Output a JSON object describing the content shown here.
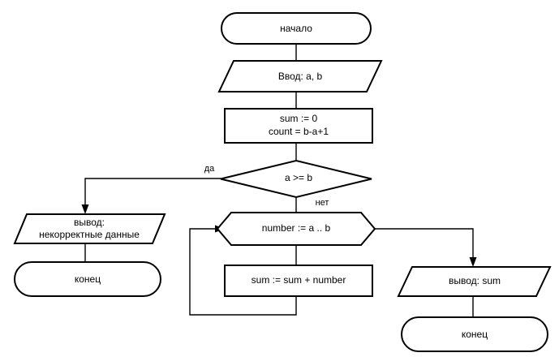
{
  "diagram": {
    "title": "flowchart-sum-range",
    "language": "ru",
    "colors": {
      "background": "#ffffff",
      "stroke": "#000000",
      "fill": "#ffffff",
      "text": "#000000"
    },
    "nodes": {
      "start": {
        "label": "начало",
        "shape": "terminator"
      },
      "input": {
        "label": "Ввод: a, b",
        "shape": "parallelogram-input"
      },
      "init": {
        "line1": "sum := 0",
        "line2": "count = b-a+1",
        "shape": "process"
      },
      "decision": {
        "label": "a >= b",
        "shape": "diamond"
      },
      "error_output": {
        "line1": "вывод:",
        "line2": "некорректные данные",
        "shape": "parallelogram-output"
      },
      "end_left": {
        "label": "конец",
        "shape": "terminator"
      },
      "loop": {
        "label": "number := a .. b",
        "shape": "hexagon-loop"
      },
      "accumulate": {
        "label": "sum := sum + number",
        "shape": "process"
      },
      "result_output": {
        "label": "вывод: sum",
        "shape": "parallelogram-output"
      },
      "end_right": {
        "label": "конец",
        "shape": "terminator"
      }
    },
    "branch_labels": {
      "yes": "да",
      "no": "нет"
    }
  }
}
